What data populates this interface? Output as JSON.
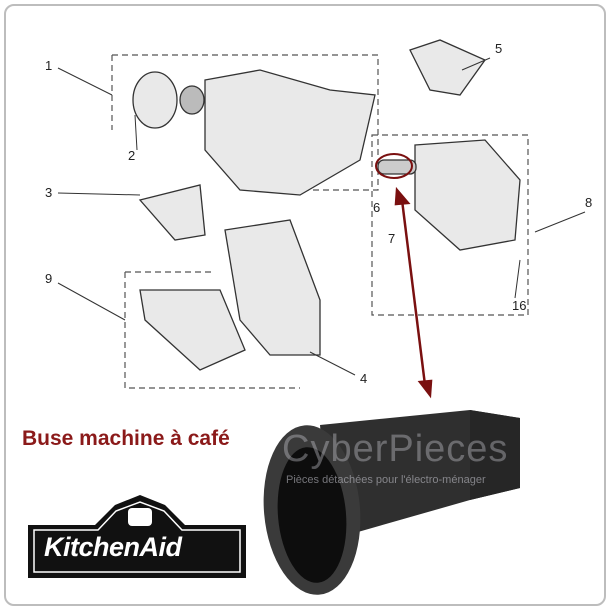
{
  "product": {
    "title": "Buse machine à café",
    "brand": "KitchenAid",
    "watermark": "CyberPieces",
    "watermark_tagline": "Pièces détachées pour l'électro-ménager"
  },
  "diagram": {
    "callouts": [
      "1",
      "2",
      "3",
      "4",
      "5",
      "6",
      "7",
      "8",
      "9",
      "16"
    ]
  },
  "colors": {
    "title": "#8b1a1a",
    "arrow": "#7a1010",
    "part": "#2a2a2a"
  }
}
